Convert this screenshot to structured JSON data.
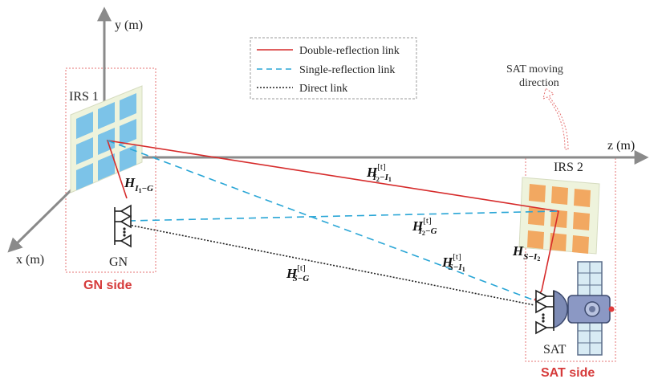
{
  "axes": {
    "y_label": "y (m)",
    "z_label": "z (m)",
    "x_label": "x (m)"
  },
  "legend": [
    {
      "label": "Double-reflection link",
      "color": "#d62b2b",
      "dash": "solid"
    },
    {
      "label": "Single-reflection link",
      "color": "#2aa6d6",
      "dash": "dashed"
    },
    {
      "label": "Direct link",
      "color": "#222222",
      "dash": "dotted"
    }
  ],
  "irs1_label": "IRS 1",
  "irs2_label": "IRS 2",
  "gn_label": "GN",
  "sat_label": "SAT",
  "gn_side_label": "GN side",
  "sat_side_label": "SAT side",
  "sat_motion": {
    "line1": "SAT moving",
    "line2": "direction"
  },
  "channels": {
    "h_i1_g": {
      "main": "H",
      "sub": "I",
      "sub_idx": "1",
      "tail": "−G"
    },
    "h_i2_i1": {
      "main": "H",
      "sup": "[t]",
      "sub": "I",
      "sub_idx": "2",
      "tail": "−I",
      "tail_idx": "1"
    },
    "h_i2_g": {
      "main": "H",
      "sup": "[t]",
      "sub": "I",
      "sub_idx": "2",
      "tail": "−G"
    },
    "h_s_i1": {
      "main": "H",
      "sup": "[t]",
      "sub": "S−I",
      "sub_idx": "1"
    },
    "h_s_i2": {
      "main": "H",
      "sub": "S−I",
      "sub_idx": "2"
    },
    "h_s_g": {
      "main": "H",
      "sup": "[t]",
      "sub": "S−G"
    }
  },
  "colors": {
    "irs1_cell": "#7cc3e8",
    "irs2_cell": "#f2a861",
    "panel": "#eef3dc",
    "axis": "#8a8a8a",
    "side_box": "#e57373"
  }
}
